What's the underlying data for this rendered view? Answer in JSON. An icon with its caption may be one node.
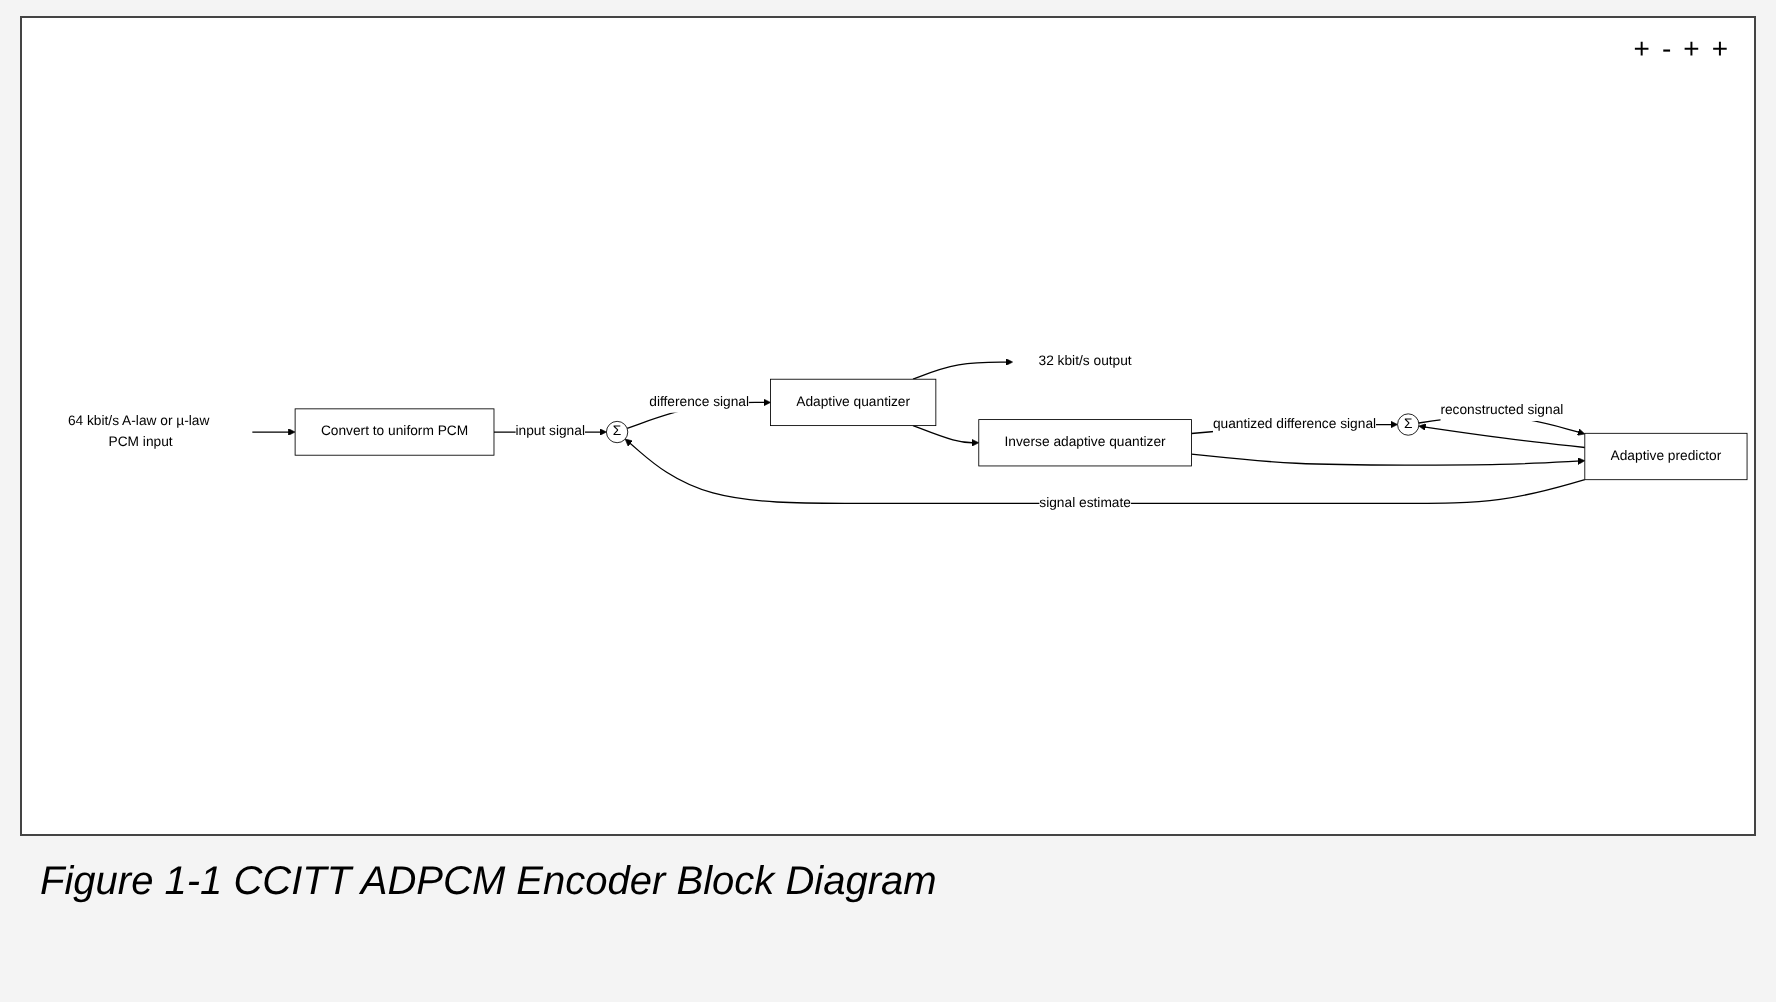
{
  "diagram": {
    "caption": "Figure 1-1 CCITT ADPCM Encoder Block Diagram",
    "nodes": [
      {
        "text": [
          "64 kbit/s A-law or µ-law PCM input"
        ]
      },
      {
        "text": [
          "Convert to uniform PCM"
        ]
      },
      {
        "text": [
          "Σ"
        ]
      },
      {
        "text": [
          "Adaptive quantizer"
        ]
      },
      {
        "text": [
          "32 kbit/s output"
        ]
      },
      {
        "text": [
          "Inverse adaptive quantizer"
        ]
      },
      {
        "text": [
          "Σ"
        ]
      },
      {
        "text": [
          "Adaptive predictor"
        ]
      }
    ],
    "edges": [
      {
        "from": 0,
        "to": 1,
        "arrow": "to"
      },
      {
        "from": 1,
        "to": 2,
        "label": "input signal",
        "arrow": "to"
      },
      {
        "from": 2,
        "to": 3,
        "label": "difference signal",
        "arrow": "to"
      },
      {
        "from": 3,
        "to": 4,
        "arrow": "to"
      },
      {
        "from": 3,
        "to": 5,
        "arrow": "to"
      },
      {
        "from": 7,
        "to": 2,
        "label": "signal estimate",
        "arrow": "to"
      },
      {
        "from": 7,
        "to": 6,
        "arrow": "to"
      },
      {
        "from": 6,
        "to": 7,
        "label": "reconstructed signal",
        "arrow": "to"
      },
      {
        "from": 5,
        "to": 6,
        "label": "quantized difference signal",
        "arrow": "to"
      },
      {
        "from": 5,
        "to": 7,
        "arrow": "to"
      }
    ],
    "labels": [
      "+",
      "-",
      "+",
      "+"
    ]
  }
}
